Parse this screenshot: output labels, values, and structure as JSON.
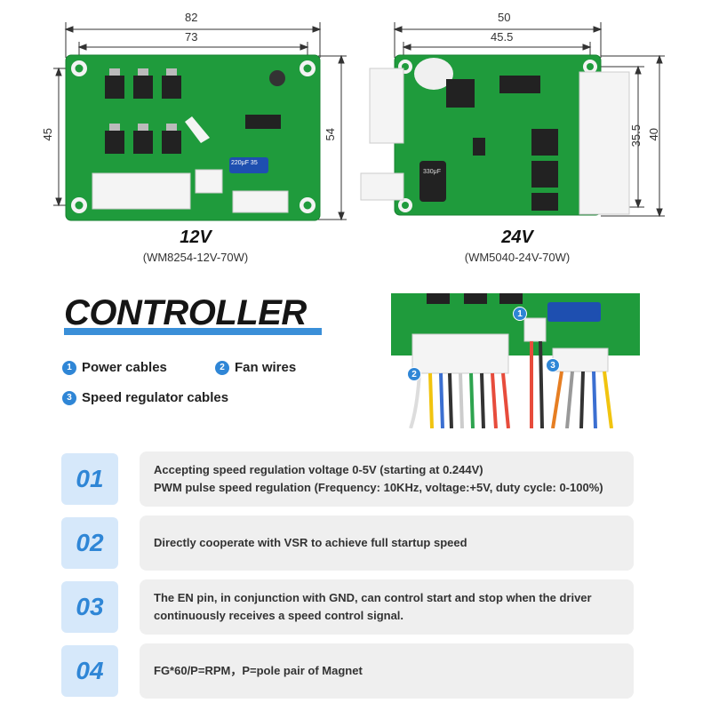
{
  "boards": {
    "left": {
      "voltage": "12V",
      "model": "(WM8254-12V-70W)",
      "dim_outer_width": "82",
      "dim_inner_width": "73",
      "dim_inner_height": "45",
      "dim_outer_height": "54"
    },
    "right": {
      "voltage": "24V",
      "model": "(WM5040-24V-70W)",
      "dim_outer_width": "50",
      "dim_inner_width": "45.5",
      "dim_inner_height": "35.5",
      "dim_outer_height": "40",
      "cap_label": "330μF"
    },
    "left_cap_label": "220μF 35"
  },
  "controller": {
    "heading": "CONTROLLER",
    "legend": [
      {
        "num": "1",
        "label": "Power cables"
      },
      {
        "num": "2",
        "label": "Fan wires"
      },
      {
        "num": "3",
        "label": "Speed regulator cables"
      }
    ],
    "photo_badges": [
      "1",
      "2",
      "3"
    ]
  },
  "features": [
    {
      "num": "01",
      "lines": [
        "Accepting speed regulation voltage 0-5V (starting at 0.244V)",
        "PWM pulse speed regulation (Frequency: 10KHz, voltage:+5V, duty cycle: 0-100%)"
      ]
    },
    {
      "num": "02",
      "lines": [
        "Directly cooperate with VSR to achieve full startup speed"
      ]
    },
    {
      "num": "03",
      "lines": [
        "The EN pin, in conjunction with GND, can control start and stop when the driver",
        "continuously receives a speed control signal."
      ]
    },
    {
      "num": "04",
      "lines": [
        "FG*60/P=RPM，P=pole pair of Magnet"
      ]
    }
  ],
  "colors": {
    "accent": "#2f86d6",
    "pcb_green": "#1f9b3c",
    "feature_tile": "#d6e8fa",
    "feature_box": "#efefef"
  }
}
